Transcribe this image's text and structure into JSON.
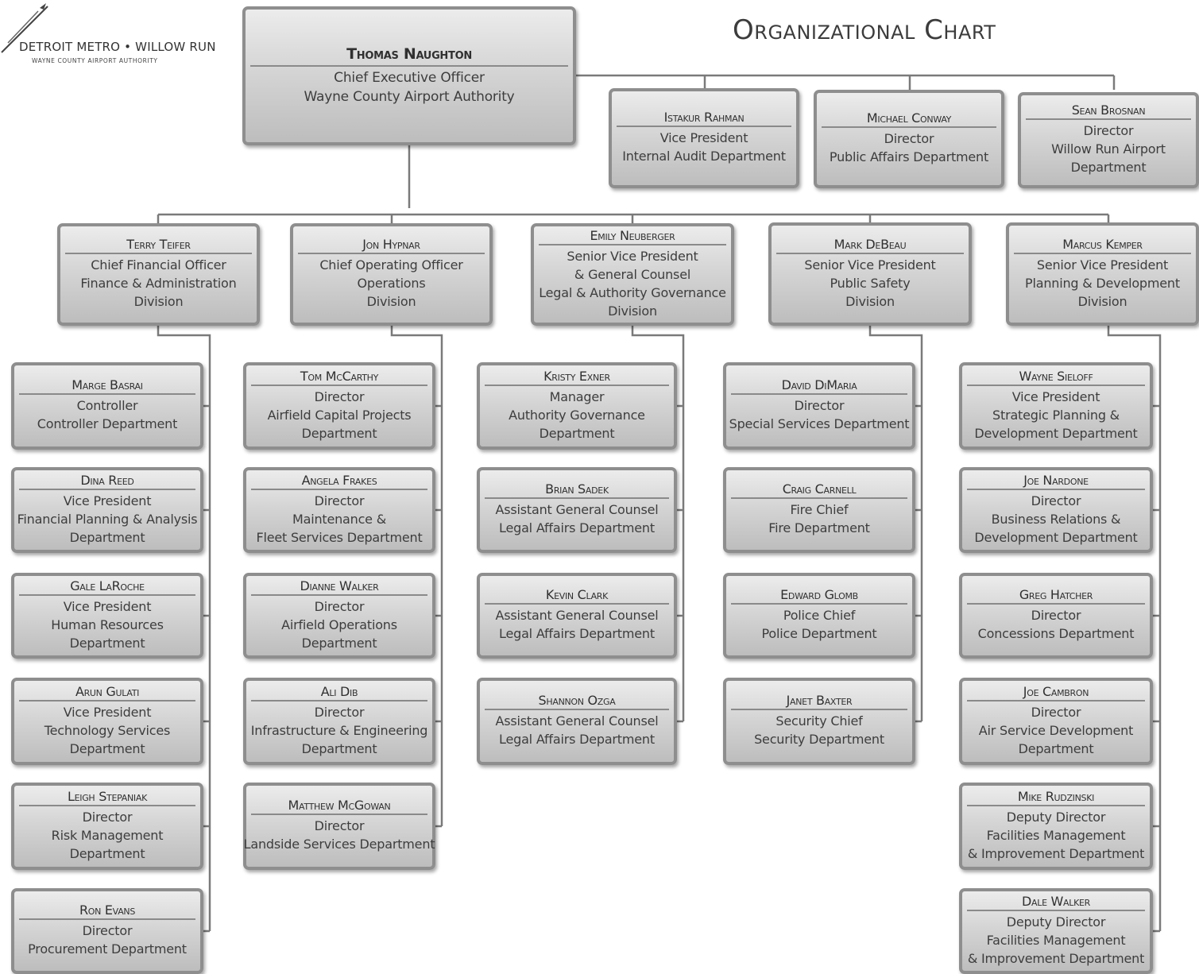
{
  "logo": {
    "title": "DETROIT METRO • WILLOW RUN",
    "subtitle": "WAYNE COUNTY AIRPORT AUTHORITY"
  },
  "chart_title": "Organizational Chart",
  "ceo": {
    "name": "Thomas Naughton",
    "lines": [
      "Chief Executive Officer",
      "Wayne County Airport Authority"
    ]
  },
  "staff": [
    {
      "name": "Istakur Rahman",
      "lines": [
        "Vice President",
        "Internal Audit Department"
      ]
    },
    {
      "name": "Michael Conway",
      "lines": [
        "Director",
        "Public Affairs Department"
      ]
    },
    {
      "name": "Sean Brosnan",
      "lines": [
        "Director",
        "Willow Run Airport",
        "Department"
      ]
    }
  ],
  "divisions": [
    {
      "head": {
        "name": "Terry Teifer",
        "lines": [
          "Chief Financial Officer",
          "Finance & Administration",
          "Division"
        ]
      },
      "reports": [
        {
          "name": "Marge Basrai",
          "lines": [
            "Controller",
            "Controller Department"
          ]
        },
        {
          "name": "Dina Reed",
          "lines": [
            "Vice President",
            "Financial Planning & Analysis",
            "Department"
          ]
        },
        {
          "name": "Gale LaRoche",
          "lines": [
            "Vice President",
            "Human Resources",
            "Department"
          ]
        },
        {
          "name": "Arun Gulati",
          "lines": [
            "Vice President",
            "Technology Services",
            "Department"
          ]
        },
        {
          "name": "Leigh Stepaniak",
          "lines": [
            "Director",
            "Risk Management",
            "Department"
          ]
        },
        {
          "name": "Ron Evans",
          "lines": [
            "Director",
            "Procurement Department"
          ]
        }
      ]
    },
    {
      "head": {
        "name": "Jon Hypnar",
        "lines": [
          "Chief Operating Officer",
          "Operations",
          "Division"
        ]
      },
      "reports": [
        {
          "name": "Tom McCarthy",
          "lines": [
            "Director",
            "Airfield Capital Projects",
            "Department"
          ]
        },
        {
          "name": "Angela Frakes",
          "lines": [
            "Director",
            "Maintenance &",
            "Fleet Services Department"
          ]
        },
        {
          "name": "Dianne Walker",
          "lines": [
            "Director",
            "Airfield Operations",
            "Department"
          ]
        },
        {
          "name": "Ali Dib",
          "lines": [
            "Director",
            "Infrastructure & Engineering",
            "Department"
          ]
        },
        {
          "name": "Matthew McGowan",
          "lines": [
            "Director",
            "Landside Services Department"
          ]
        }
      ]
    },
    {
      "head": {
        "name": "Emily Neuberger",
        "lines": [
          "Senior Vice President",
          "& General Counsel",
          "Legal & Authority Governance",
          "Division"
        ]
      },
      "reports": [
        {
          "name": "Kristy Exner",
          "lines": [
            "Manager",
            "Authority Governance",
            "Department"
          ]
        },
        {
          "name": "Brian Sadek",
          "lines": [
            "Assistant General Counsel",
            "Legal Affairs Department"
          ]
        },
        {
          "name": "Kevin Clark",
          "lines": [
            "Assistant General Counsel",
            "Legal Affairs Department"
          ]
        },
        {
          "name": "Shannon Ozga",
          "lines": [
            "Assistant General Counsel",
            "Legal Affairs Department"
          ]
        }
      ]
    },
    {
      "head": {
        "name": "Mark DeBeau",
        "lines": [
          "Senior Vice President",
          "Public Safety",
          "Division"
        ]
      },
      "reports": [
        {
          "name": "David DiMaria",
          "lines": [
            "Director",
            "Special Services Department"
          ]
        },
        {
          "name": "Craig Carnell",
          "lines": [
            "Fire Chief",
            "Fire Department"
          ]
        },
        {
          "name": "Edward Glomb",
          "lines": [
            "Police Chief",
            "Police Department"
          ]
        },
        {
          "name": "Janet Baxter",
          "lines": [
            "Security Chief",
            "Security Department"
          ]
        }
      ]
    },
    {
      "head": {
        "name": "Marcus Kemper",
        "lines": [
          "Senior Vice President",
          "Planning & Development",
          "Division"
        ]
      },
      "reports": [
        {
          "name": "Wayne Sieloff",
          "lines": [
            "Vice President",
            "Strategic Planning &",
            "Development Department"
          ]
        },
        {
          "name": "Joe Nardone",
          "lines": [
            "Director",
            "Business Relations &",
            "Development Department"
          ]
        },
        {
          "name": "Greg Hatcher",
          "lines": [
            "Director",
            "Concessions Department"
          ]
        },
        {
          "name": "Joe Cambron",
          "lines": [
            "Director",
            "Air Service Development",
            "Department"
          ]
        },
        {
          "name": "Mike Rudzinski",
          "lines": [
            "Deputy Director",
            "Facilities Management",
            "& Improvement Department"
          ]
        },
        {
          "name": "Dale Walker",
          "lines": [
            "Deputy Director",
            "Facilities Management",
            "& Improvement Department"
          ]
        }
      ]
    }
  ]
}
